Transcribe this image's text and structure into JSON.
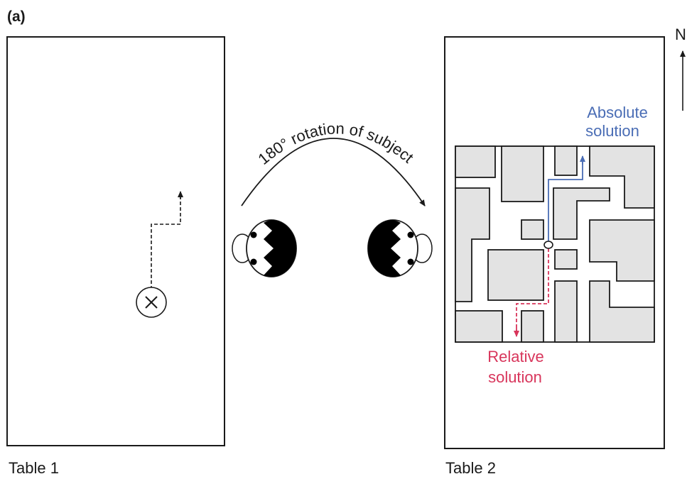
{
  "panel_label": "(a)",
  "table1": {
    "label": "Table 1"
  },
  "table2": {
    "label": "Table 2"
  },
  "rotation_label": "180° rotation of subject",
  "north_label": "N",
  "absolute": {
    "line1": "Absolute",
    "line2": "solution",
    "color": "#4a6db5"
  },
  "relative": {
    "line1": "Relative",
    "line2": "solution",
    "color": "#d8355b"
  },
  "colors": {
    "outline": "#1a1a1a",
    "block_fill": "#e3e3e3",
    "head_dark": "#000000",
    "head_light": "#ffffff"
  }
}
